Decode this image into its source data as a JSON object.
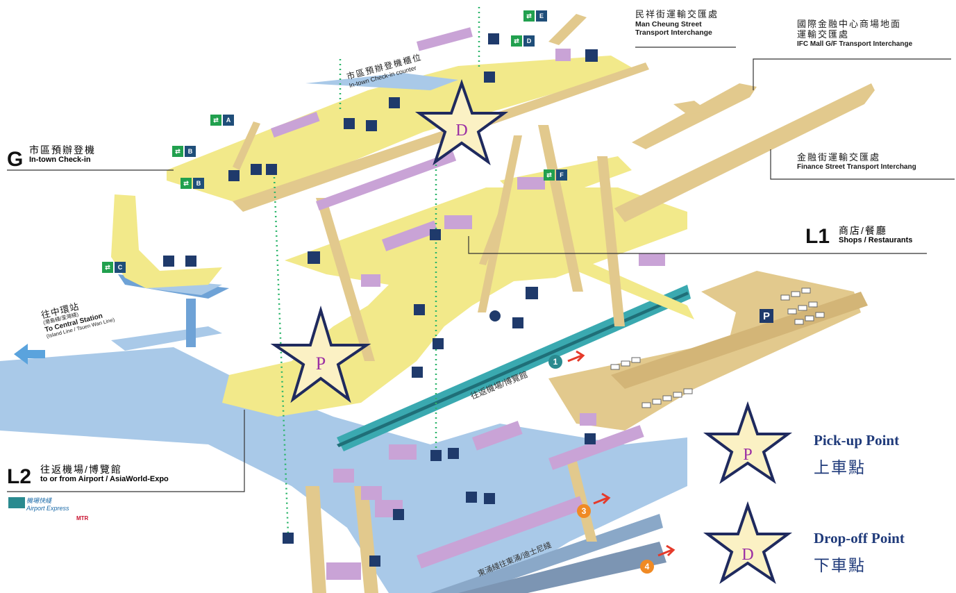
{
  "labels": {
    "man_cheung": {
      "zh": "民祥街運輸交匯處",
      "en1": "Man Cheung Street",
      "en2": "Transport Interchange"
    },
    "ifc": {
      "zh1": "國際金融中心商場地面",
      "zh2": "運輸交匯處",
      "en": "IFC Mall G/F Transport Interchange"
    },
    "finance_street": {
      "zh": "金融街運輸交匯處",
      "en": "Finance Street Transport Interchang"
    },
    "intown_counter": {
      "zh": "市區預辦登機櫃位",
      "en": "In-town Check-in counter"
    }
  },
  "levels": {
    "g": {
      "code": "G",
      "zh": "市區預辦登機",
      "en": "In-town Check-in"
    },
    "l1": {
      "code": "L1",
      "zh": "商店/餐廳",
      "en": "Shops / Restaurants"
    },
    "l2": {
      "code": "L2",
      "zh": "往返機場/博覽館",
      "en": "to or from Airport / AsiaWorld-Expo"
    }
  },
  "central": {
    "zh": "往中環站",
    "zh_sub": "(港島綫/荃灣綫)",
    "en": "To Central Station",
    "en_sub": "(Island Line / Tsuen Wan Line)"
  },
  "exits": {
    "a": "A",
    "b1": "B",
    "b2": "B",
    "c": "C",
    "d": "D",
    "e": "E",
    "f": "F"
  },
  "platforms": {
    "p1": "1",
    "p3": "3",
    "p4": "4",
    "ae_text": "往返機場/博覽館",
    "tc_text": "東涌綫往東涌/迪士尼綫"
  },
  "parking": "P",
  "stars": {
    "p": "P",
    "d": "D"
  },
  "legend": {
    "pickup_en": "Pick-up Point",
    "pickup_zh": "上車點",
    "pickup_letter": "P",
    "dropoff_en": "Drop-off Point",
    "dropoff_zh": "下車點",
    "dropoff_letter": "D"
  },
  "logos": {
    "airport_express_zh": "機場快綫",
    "airport_express_en": "Airport Express",
    "mtr": "MTR"
  },
  "colors": {
    "platform_yellow": "#f2e98a",
    "walkway_tan": "#e2c98d",
    "concourse_blue": "#a9c9e8",
    "shop_purple": "#c9a3d6",
    "train_teal": "#3aa9b0",
    "star_fill": "#fbf1c4",
    "star_stroke": "#1f2a5e",
    "letter_purple": "#9b2fa4",
    "exit_green": "#21a04e",
    "exit_navy": "#1f4e79",
    "route_dots": "#2bb56a"
  }
}
